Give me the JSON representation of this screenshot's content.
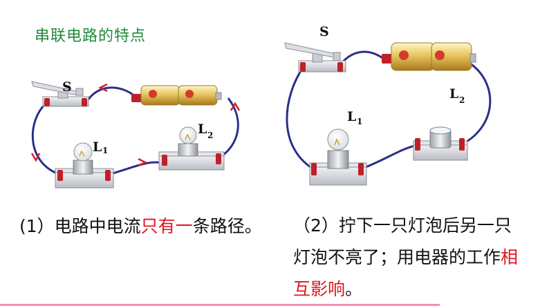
{
  "title": "串联电路的特点",
  "diagram1": {
    "switch_label": "S",
    "lamp1_label": "L",
    "lamp1_sub": "1",
    "lamp2_label": "L",
    "lamp2_sub": "2"
  },
  "diagram2": {
    "switch_label": "S",
    "lamp1_label": "L",
    "lamp1_sub": "1",
    "lamp2_label": "L",
    "lamp2_sub": "2"
  },
  "point1": {
    "prefix": "(1）电路中电流",
    "highlight": "只有一",
    "suffix": "条路径。"
  },
  "point2": {
    "prefix": "（2）拧下一只灯泡后另一只灯泡不亮了；用电器的工作",
    "highlight": "相互影响",
    "suffix": "。"
  },
  "colors": {
    "title": "#1f8a3a",
    "highlight": "#e0161c",
    "wire": "#2b2d8c",
    "arrow": "#d0202c",
    "battery": "#e8c660",
    "bottom_line": "#f48fb1"
  }
}
